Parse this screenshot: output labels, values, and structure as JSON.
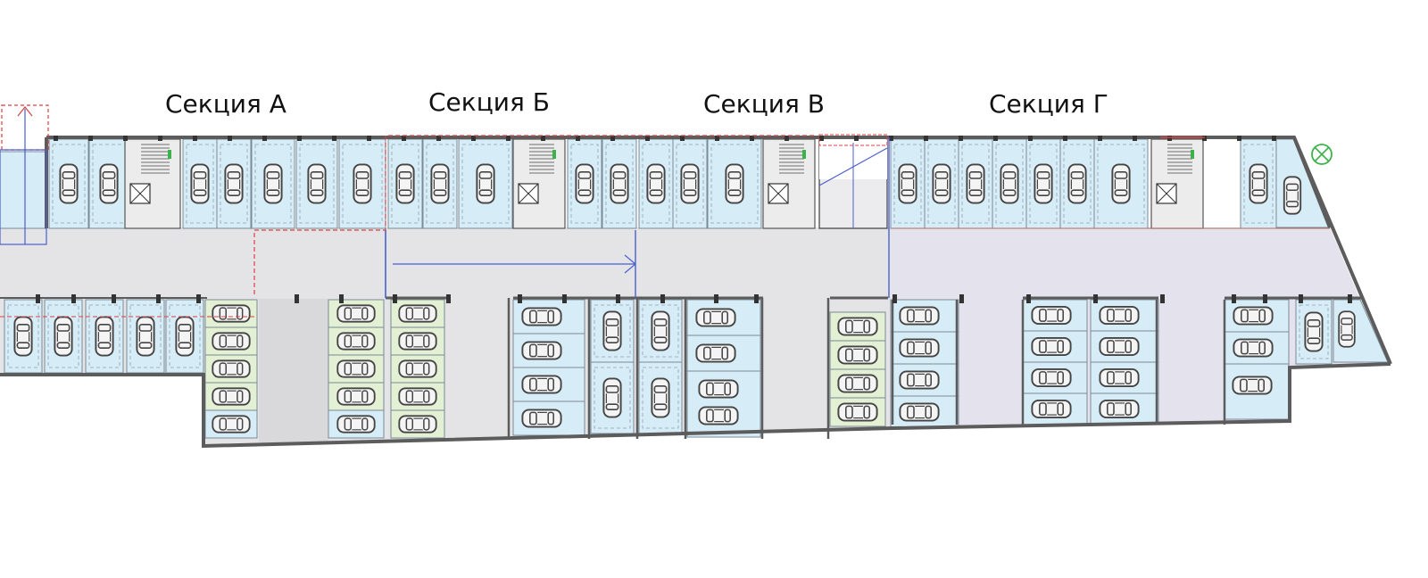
{
  "sections": [
    {
      "id": "a",
      "label": "Секция А"
    },
    {
      "id": "b",
      "label": "Секция Б"
    },
    {
      "id": "v",
      "label": "Секция В"
    },
    {
      "id": "g",
      "label": "Секция Г"
    }
  ],
  "colors": {
    "space_blue": "#d6ecf7",
    "space_green": "#e3f0d3",
    "floor_grey": "#e4e4e6",
    "floor_violet": "#e4e2ec",
    "wall": "#5c5c5c",
    "stair": "#ececec",
    "red_dash": "#d94040",
    "blue_line": "#4a5fd0",
    "exit_green": "#3cb34a"
  },
  "icons": [
    "car-icon",
    "stair-icon",
    "elevator-icon",
    "exit-marker-icon"
  ]
}
